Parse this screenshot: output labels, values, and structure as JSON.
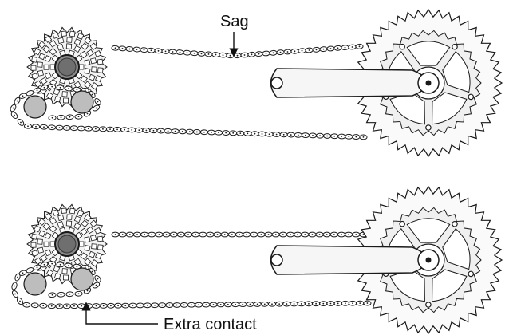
{
  "annotations": {
    "sag": "Sag",
    "extra_contact": "Extra contact"
  },
  "colors": {
    "line": "#1a1a1a",
    "pulley_fill": "#bdbdbd",
    "hub_fill": "#8a8a8a",
    "background": "#ffffff"
  },
  "illustrations": [
    {
      "name": "drivetrain-sagging-chain",
      "chain_state": "sagging"
    },
    {
      "name": "drivetrain-taut-chain",
      "chain_state": "taut"
    }
  ]
}
